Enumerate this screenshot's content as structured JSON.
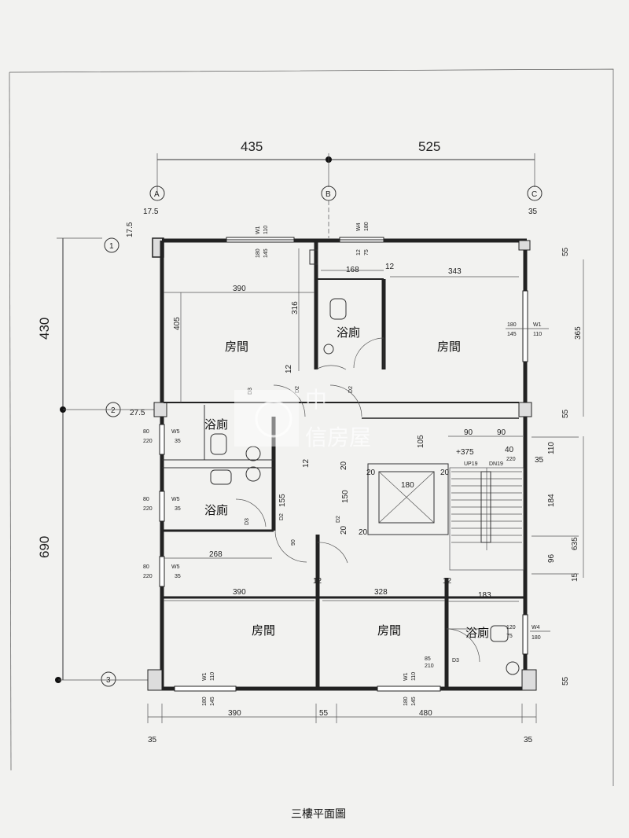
{
  "drawing_title": "三樓平面圖",
  "watermark": {
    "logo_text": "中",
    "company": "信房屋"
  },
  "grid_labels": {
    "a": "A",
    "b": "B",
    "c": "C",
    "r1": "1",
    "r2": "2",
    "r3": "3"
  },
  "rooms": {
    "room_top_left": "房間",
    "room_top_right": "房間",
    "room_bottom_left": "房間",
    "room_bottom_mid": "房間",
    "bath_top": "浴廁",
    "bath_left_upper": "浴廁",
    "bath_left_lower": "浴廁",
    "bath_bottom_right": "浴廁"
  },
  "dimensions": {
    "top_435": "435",
    "top_525": "525",
    "left_430": "430",
    "left_690": "690",
    "d_17_5": "17.5",
    "d_17_5b": "17.5",
    "d_27_5": "27.5",
    "d_35_tr": "35",
    "d_390_top": "390",
    "d_405": "405",
    "d_316": "316",
    "d_168": "168",
    "d_343": "343",
    "d_12_a": "12",
    "d_12_b": "12",
    "d_12_c": "12",
    "d_12_d": "12",
    "d_12_e": "12",
    "d_365": "365",
    "d_55_r1": "55",
    "d_55_r2": "55",
    "d_55_r3": "55",
    "d_90_a": "90",
    "d_90_b": "90",
    "d_40": "40",
    "d_220": "220",
    "d_35_r": "35",
    "d_110": "110",
    "d_105": "105",
    "elev": "+375",
    "d_180_elev": "180",
    "d_20_a": "20",
    "d_20_b": "20",
    "d_20_c": "20",
    "d_20_d": "20",
    "d_20_e": "20",
    "d_150": "150",
    "d_155": "155",
    "d_184": "184",
    "d_96": "96",
    "d_635": "635",
    "d_15": "15",
    "d_268": "268",
    "d_390_mid": "390",
    "d_328": "328",
    "d_183": "183",
    "d_390_bot": "390",
    "d_55_bot": "55",
    "d_480": "480",
    "d_35_bl": "35",
    "d_35_br": "35",
    "win_w1_t1": "W1",
    "win_110_t1": "110",
    "win_180_t1": "180",
    "win_145_t1": "145",
    "win_w4_t": "W4",
    "win_180_t": "180",
    "win_12_t": "12",
    "win_75_t": "75",
    "win_w1_r": "W1",
    "win_110_r": "110",
    "win_180_r": "180",
    "win_145_r": "145",
    "win_w5_1": "W5",
    "win_35_1": "35",
    "win_80_1": "80",
    "win_220_1": "220",
    "win_w5_2": "W5",
    "win_35_2": "35",
    "win_80_2": "80",
    "win_220_2": "220",
    "win_w5_3": "W5",
    "win_35_3": "35",
    "win_80_3": "80",
    "win_220_3": "220",
    "win_w1_b1": "W1",
    "win_110_b1": "110",
    "win_180_b1": "180",
    "win_145_b1": "145",
    "win_w1_b2": "W1",
    "win_110_b2": "110",
    "win_180_b2": "180",
    "win_145_b2": "145",
    "win_w4_b": "W4",
    "win_180_b": "180",
    "win_120_b": "120",
    "win_75_b": "75",
    "door_d2_a": "D2",
    "door_d2_b": "D2",
    "door_d2_c": "D2",
    "door_d2_d": "D2",
    "door_d3_a": "D3",
    "door_d3_b": "D3",
    "door_d3_c": "D3",
    "door_85": "85",
    "door_210": "210",
    "door_90": "90",
    "up19": "UP19",
    "dn19": "DN19"
  },
  "colors": {
    "paper": "#f2f2f0",
    "line": "#222222",
    "watermark": "#ffffff"
  }
}
